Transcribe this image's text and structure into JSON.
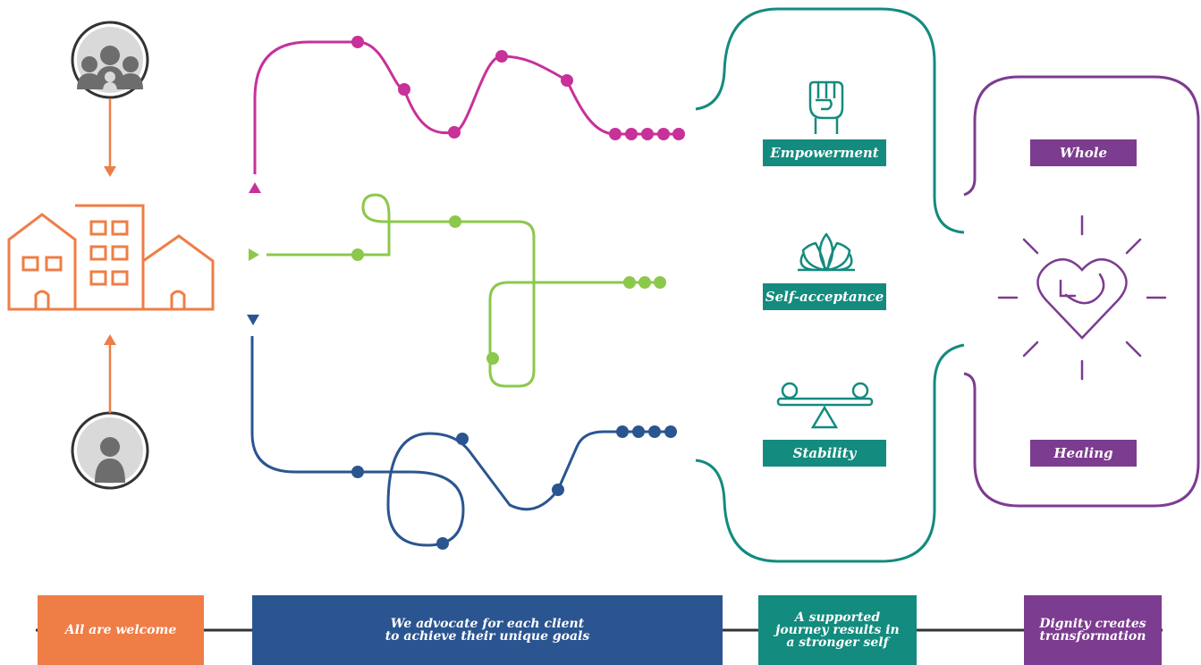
{
  "colors": {
    "orange": "#ef7d46",
    "magenta": "#c8309a",
    "green": "#8cc84b",
    "navy": "#2b5590",
    "teal": "#138b7e",
    "purple": "#7c3c8f",
    "gray": "#6d6d6d"
  },
  "icons": {
    "top_person": "family-group-icon",
    "bottom_person": "person-icon",
    "center": "buildings-icon",
    "empowerment": "raised-fist-icon",
    "self_acceptance": "lotus-icon",
    "stability": "balance-scale-icon",
    "heart": "heart-with-arrow-icon"
  },
  "outcomes": {
    "empowerment": "Empowerment",
    "self_acceptance": "Self-acceptance",
    "stability": "Stability"
  },
  "results": {
    "whole": "Whole",
    "healing": "Healing"
  },
  "bottom_bar": {
    "welcome": "All are welcome",
    "advocate": "We advocate for each client\nto achieve their unique goals",
    "journey": "A supported\njourney results in\na stronger self",
    "dignity": "Dignity creates\ntransformation"
  }
}
